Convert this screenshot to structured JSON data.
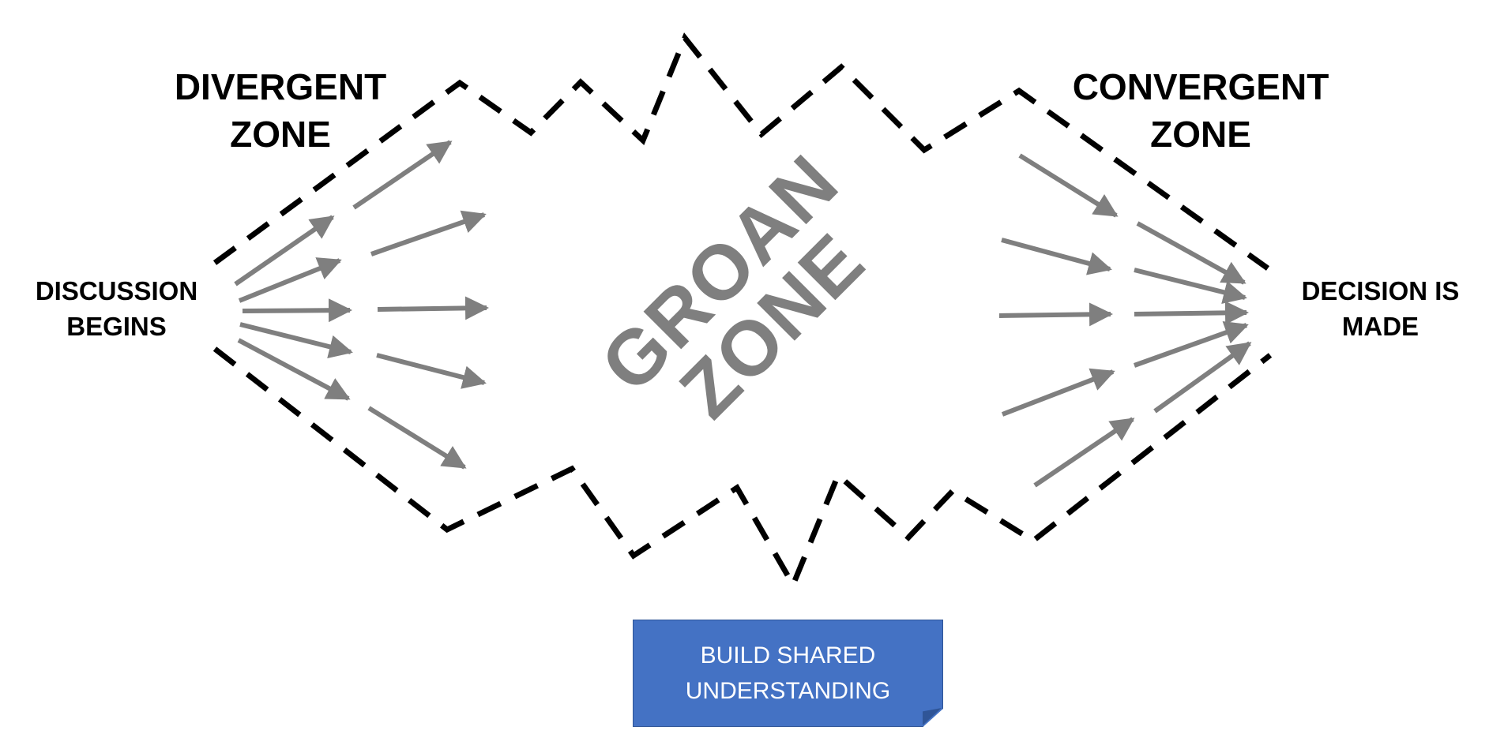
{
  "diagram": {
    "divergent_zone": {
      "line1": "DIVERGENT",
      "line2": "ZONE"
    },
    "convergent_zone": {
      "line1": "CONVERGENT",
      "line2": "ZONE"
    },
    "start": {
      "line1": "DISCUSSION",
      "line2": "BEGINS"
    },
    "end": {
      "line1": "DECISION IS",
      "line2": "MADE"
    },
    "center": {
      "line1": "GROAN",
      "line2": "ZONE"
    },
    "note": {
      "line1": "BUILD SHARED",
      "line2": "UNDERSTANDING"
    }
  },
  "colors": {
    "outline": "#000000",
    "arrows": "#7f7f7f",
    "groan_text": "#7f7f7f",
    "note_fill": "#4472c4",
    "note_border": "#2f5597",
    "note_text": "#ffffff"
  }
}
